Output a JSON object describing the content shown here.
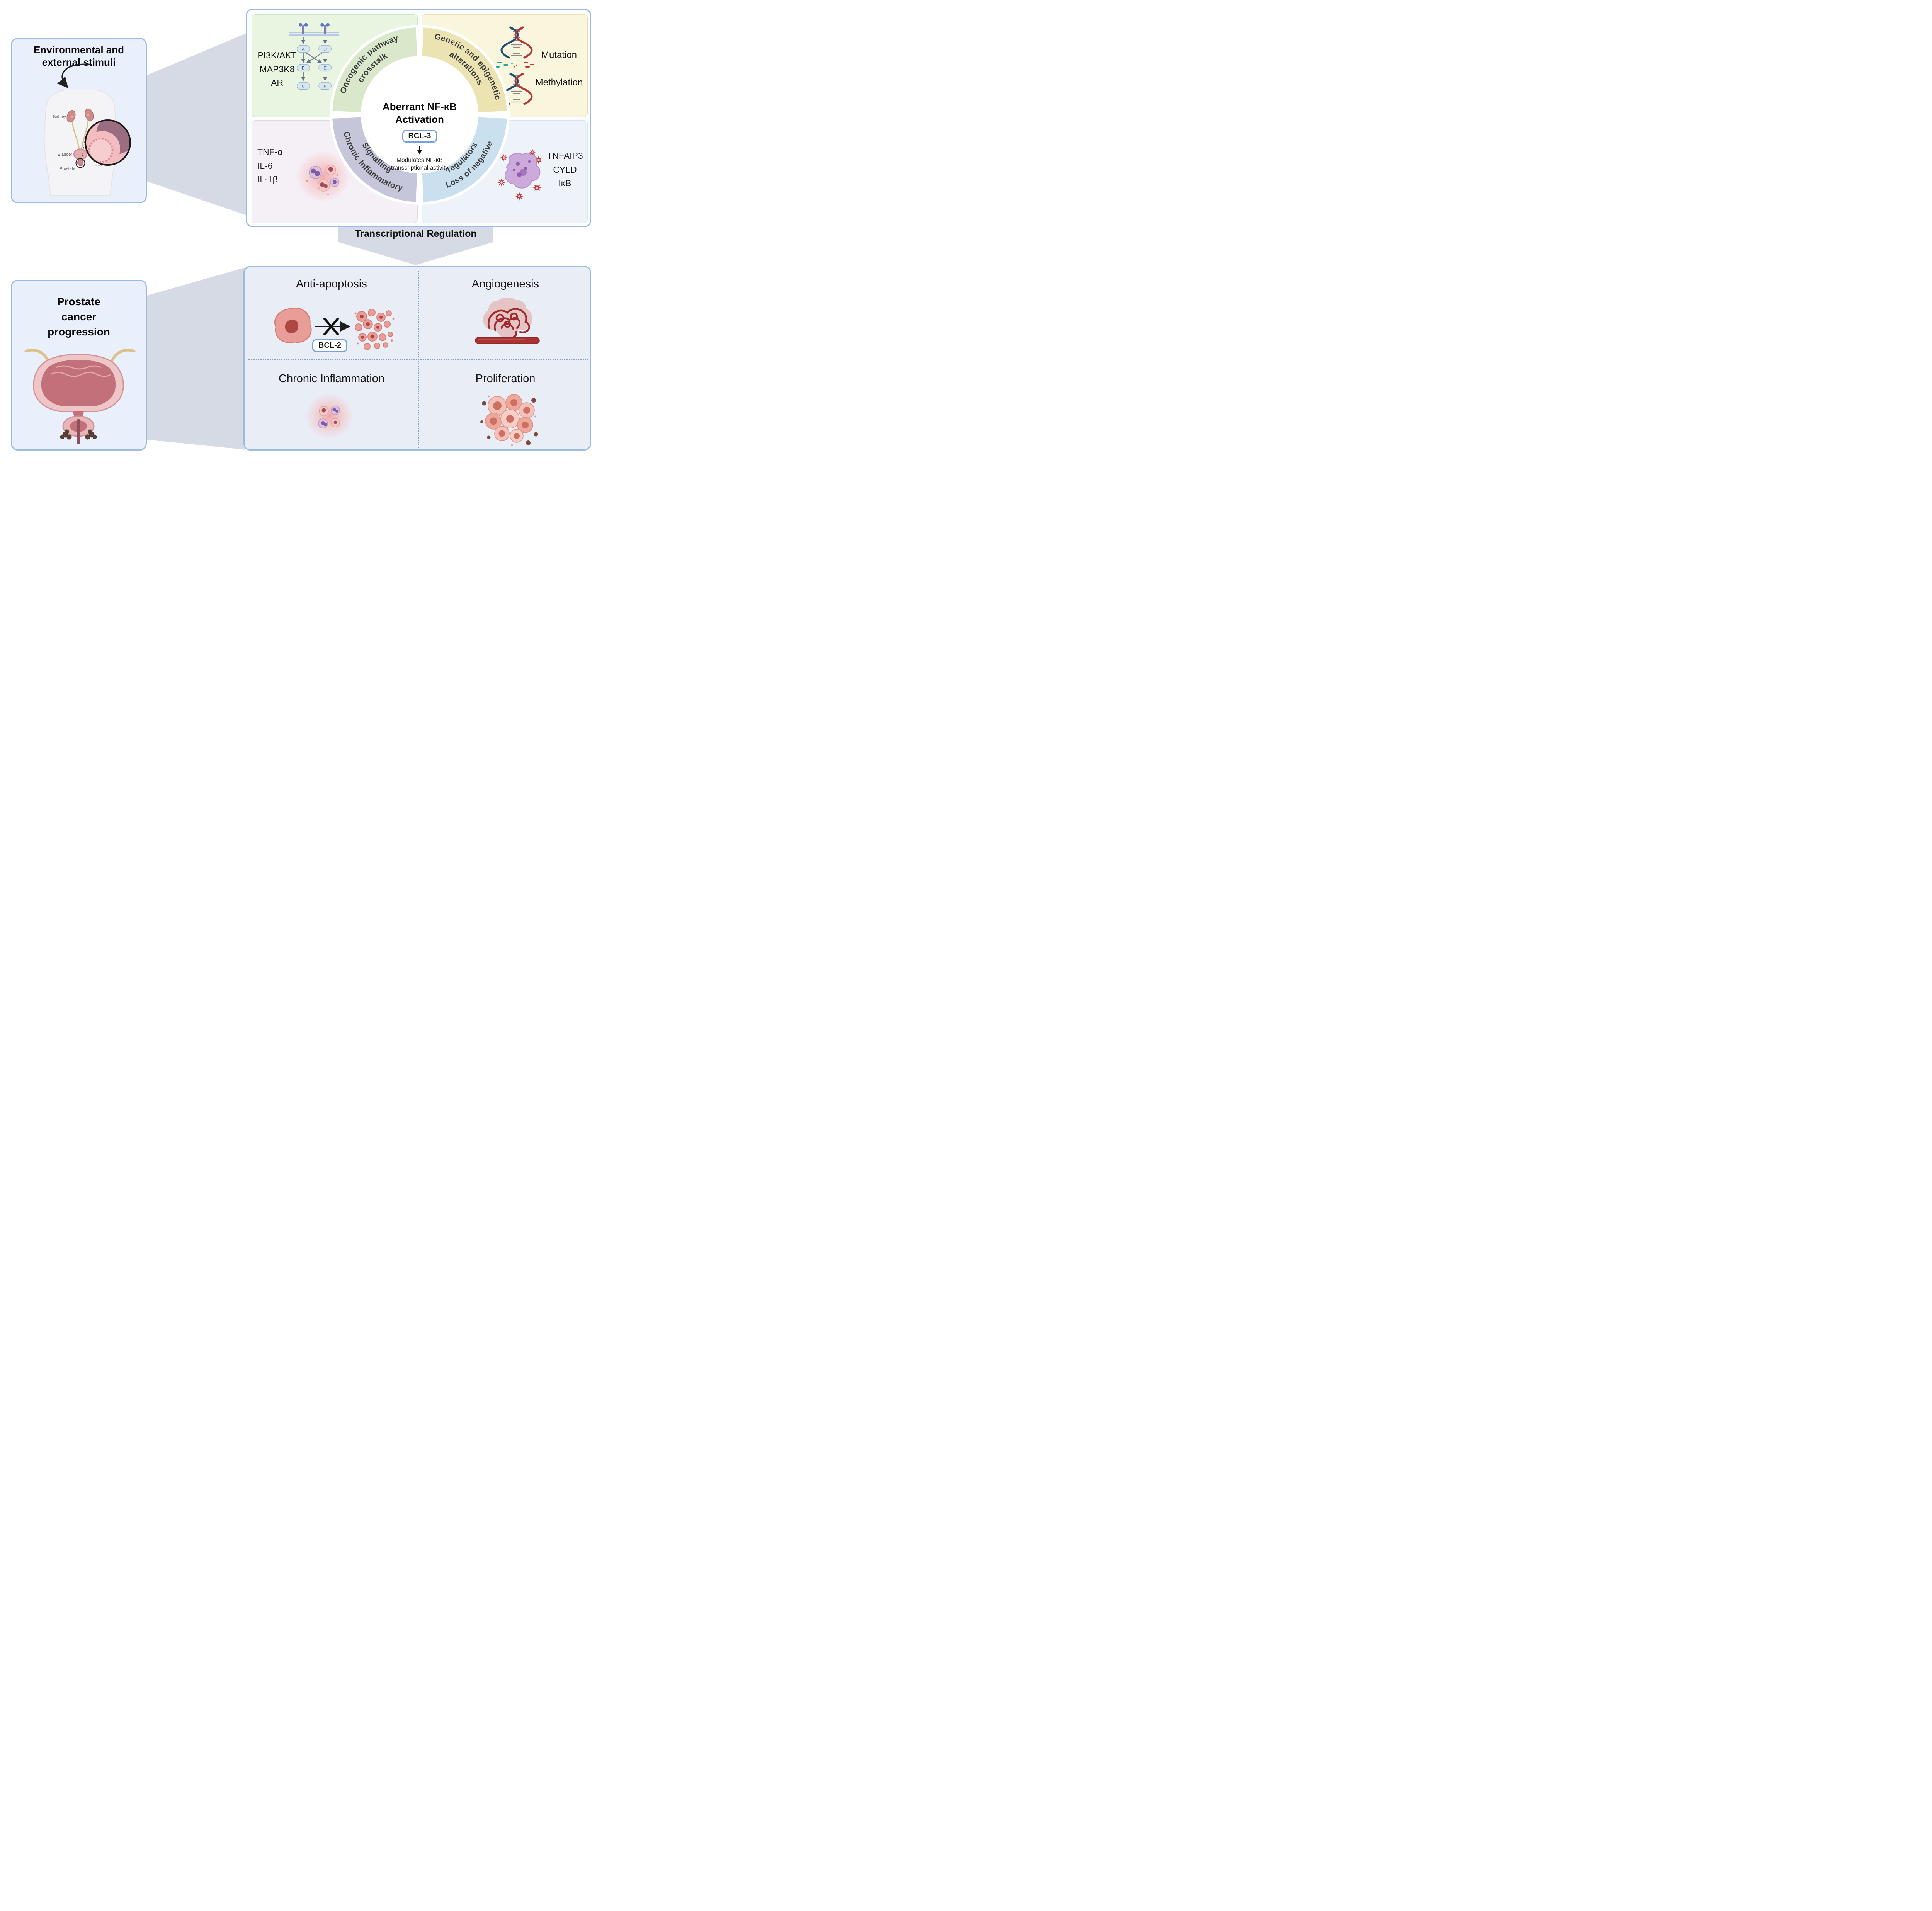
{
  "figure": {
    "stimuli_box": {
      "title_line1": "Environmental and",
      "title_line2": "external stimuli",
      "organ_labels": {
        "kidney": "Kidney",
        "bladder": "Bladder",
        "prostate": "Prostate"
      }
    },
    "activation_box": {
      "center": {
        "title_line1": "Aberrant NF-κB",
        "title_line2": "Activation",
        "badge": "BCL-3",
        "note_line1": "Modulates NF-κB",
        "note_line2": "transcriptional activity"
      },
      "oncogenic": {
        "arc_line1": "Oncogenic pathway",
        "arc_line2": "crosstalk",
        "genes": [
          "PI3K/AKT",
          "MAP3K8",
          "AR"
        ],
        "node_letters": [
          "A",
          "B",
          "C",
          "D",
          "E",
          "F"
        ]
      },
      "genetic": {
        "arc_line1": "Genetic and epigenetic",
        "arc_line2": "alterations",
        "labels": [
          "Mutation",
          "Methylation"
        ]
      },
      "inflammatory": {
        "arc_line1": "Chronic Inflammatory",
        "arc_line2": "Signalling",
        "cytokines": [
          "TNF-α",
          "IL-6",
          "IL-1β"
        ]
      },
      "regulators": {
        "arc_line1": "Loss of negative",
        "arc_line2": "regulators",
        "genes": [
          "TNFAIP3",
          "CYLD",
          "IκB"
        ]
      }
    },
    "transcription_band": {
      "label": "Transcriptional Regulation"
    },
    "progression_box": {
      "title_line1": "Prostate",
      "title_line2": "cancer",
      "title_line3": "progression"
    },
    "outcomes_box": {
      "anti_apoptosis": {
        "label": "Anti-apoptosis",
        "badge": "BCL-2"
      },
      "angiogenesis": {
        "label": "Angiogenesis"
      },
      "chronic_inflammation": {
        "label": "Chronic Inflammation"
      },
      "proliferation": {
        "label": "Proliferation"
      }
    }
  },
  "colors": {
    "box_border": "#9cbbe2",
    "box_bg": "#e9effb",
    "connector_gray": "#d5dae5",
    "arc_green": "#d9e8cb",
    "arc_yellow": "#ece3b2",
    "arc_purple": "#c5c6da",
    "arc_blue": "#cbe0ee",
    "panel_green": "#e9f4e1",
    "panel_yellow": "#faf6de",
    "panel_lavender": "#f5eff6",
    "panel_blue": "#edf3f9",
    "badge_border": "#74a3dc"
  }
}
